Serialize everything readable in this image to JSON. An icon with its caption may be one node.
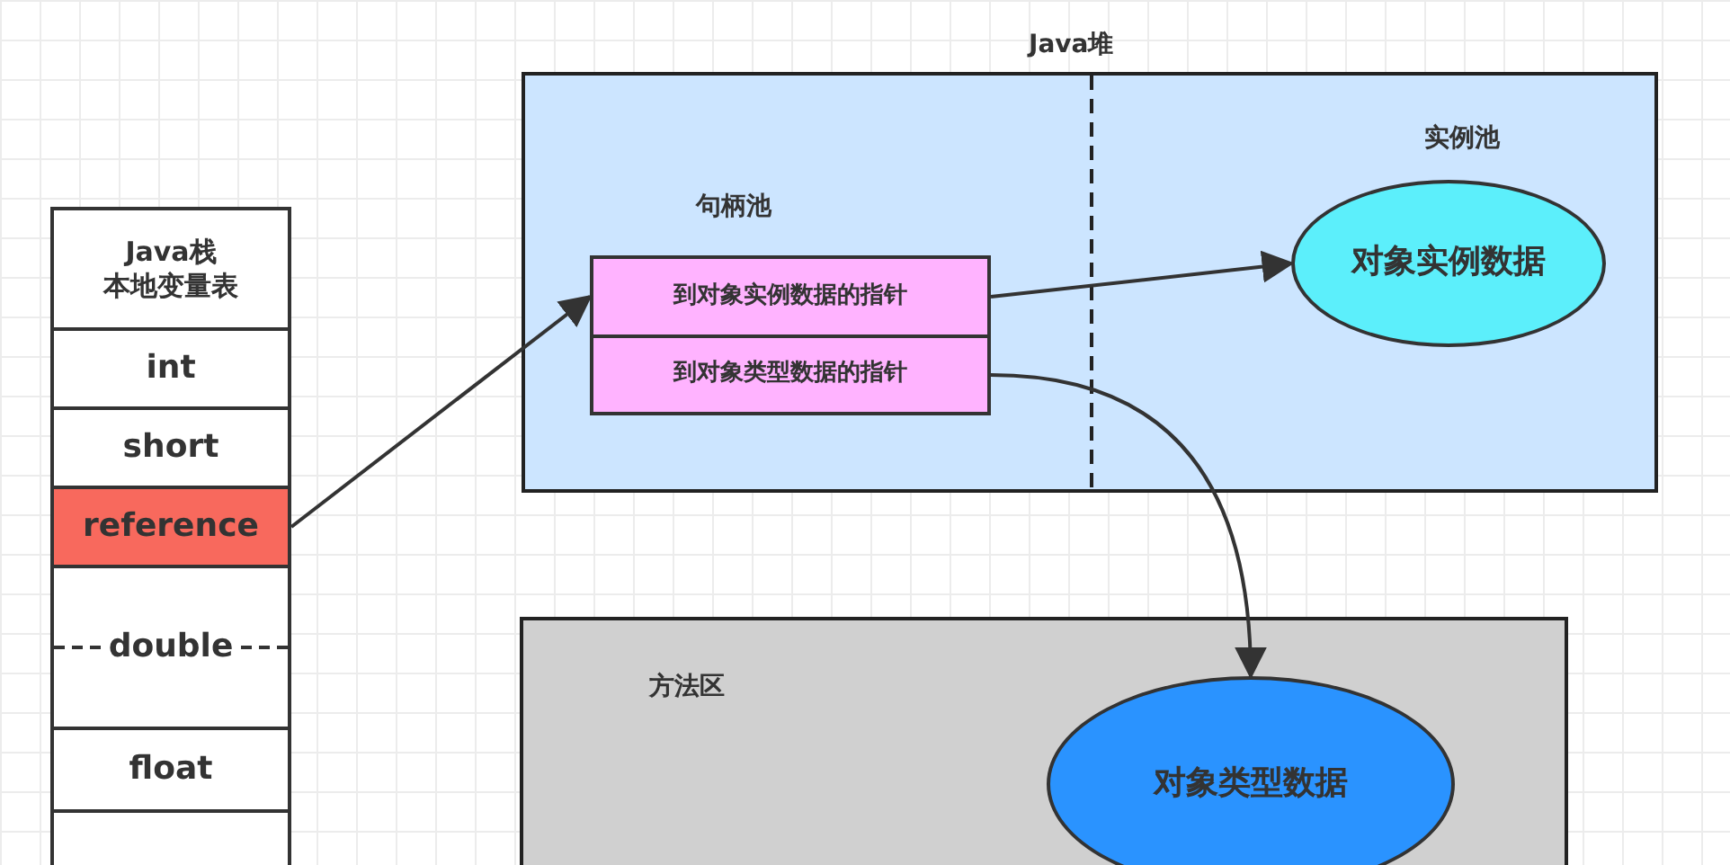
{
  "diagram": {
    "nodes": [
      {
        "text": [
          "Java栈",
          "本地变量表"
        ]
      },
      {
        "text": [
          "int"
        ]
      },
      {
        "text": [
          "short"
        ]
      },
      {
        "text": [
          "reference"
        ]
      },
      {
        "text": [
          "double"
        ]
      },
      {
        "text": [
          "float"
        ]
      },
      {
        "text": [],
        "shape": "box"
      },
      {
        "text": [
          "Java堆",
          "句柄池",
          "实例池"
        ]
      },
      {
        "text": [
          "到对象实例数据的指针"
        ],
        "in": 7
      },
      {
        "text": [
          "到对象类型数据的指针"
        ],
        "in": 7
      },
      {
        "text": [
          "对象实例数据"
        ],
        "in": 7
      },
      {
        "text": [
          "方法区"
        ]
      },
      {
        "text": [
          "对象类型数据"
        ],
        "in": 11
      }
    ],
    "edges": [
      {
        "from": 3,
        "to": 8,
        "arrow": "to"
      },
      {
        "from": 8,
        "to": 10,
        "arrow": "to"
      },
      {
        "from": 9,
        "to": 12,
        "arrow": "to"
      }
    ]
  }
}
